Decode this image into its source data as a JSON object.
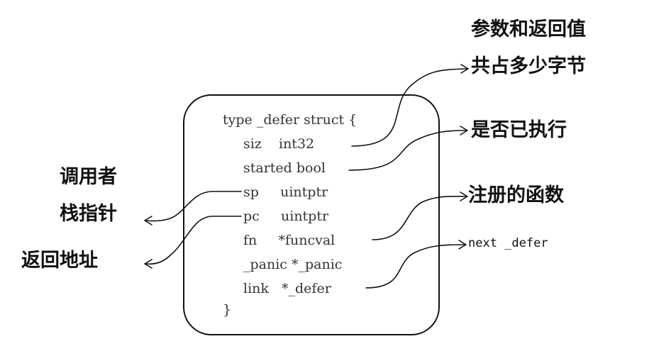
{
  "code": {
    "line1": "type _defer struct {",
    "siz": "siz    int32",
    "started": "started bool",
    "sp": "sp     uintptr",
    "pc": "pc     uintptr",
    "fn": "fn     *funcval",
    "panic": "_panic *_panic",
    "link": "link   *_defer",
    "close": "}"
  },
  "annotations": {
    "siz_line1": "参数和返回值",
    "siz_line2": "共占多少字节",
    "started": "是否已执行",
    "sp_line1": "调用者",
    "sp_line2": "栈指针",
    "pc": "返回地址",
    "fn": "注册的函数",
    "link": "next _defer"
  }
}
